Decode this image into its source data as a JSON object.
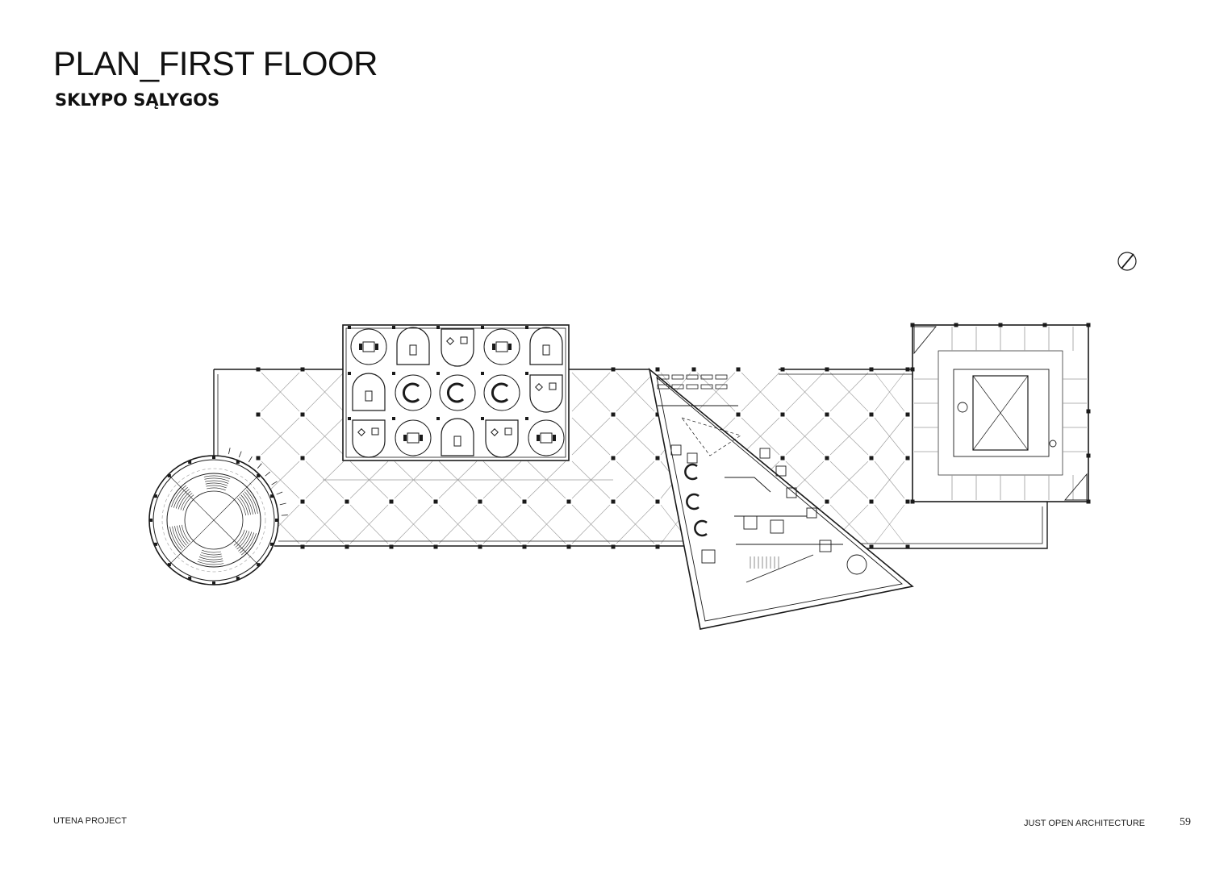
{
  "header": {
    "title": "PLAN_FIRST FLOOR",
    "subtitle": "SKLYPO SĄLYGOS"
  },
  "footer": {
    "project": "UTENA PROJECT",
    "studio": "JUST OPEN ARCHITECTURE",
    "page_number": "59"
  },
  "icons": {
    "north_arrow": "north-arrow-icon"
  },
  "colors": {
    "line": "#1a1a1a",
    "grid": "#9a9a9a",
    "background": "#ffffff"
  }
}
